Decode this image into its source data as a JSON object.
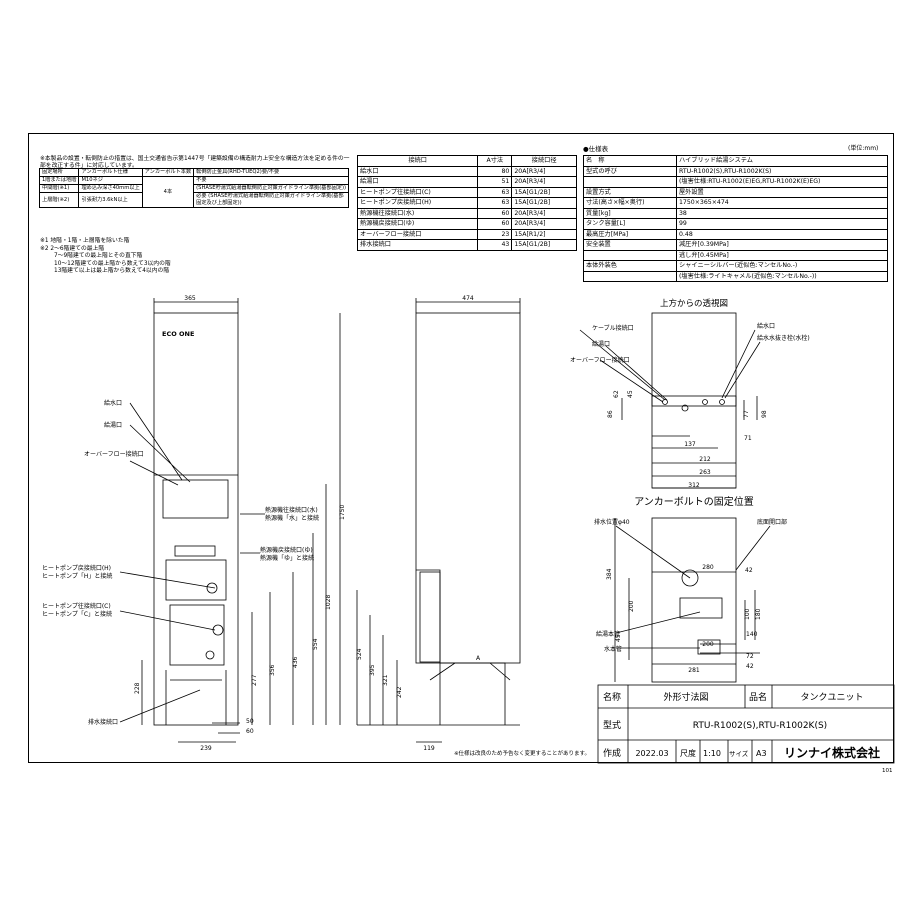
{
  "notes_top": "※本製品の設置・転倒防止の措置は、国土交通省告示第1447号「建築設備の構造耐力上安全な構造方法を定める件の一部を改正する件」に対応しています。",
  "anchor_table": {
    "headers": [
      "固定場所",
      "アンカーボルト仕様",
      "アンカーボルト本数",
      "転倒防止金具(RHD-TUEQ2)要/不要"
    ],
    "rows": [
      [
        "1階または地階",
        "M10ネジ",
        "4本",
        "不要"
      ],
      [
        "中間階(※1)",
        "埋め込み深さ40mm以上",
        "",
        "(SHASE貯湯式給湯器転倒防止対策ガイドライン準拠(基部固定))"
      ],
      [
        "上層階(※2)",
        "引張耐力3.6kN以上",
        "",
        "必要 (SHASE貯湯式給湯器転倒防止対策ガイドライン準拠(基部固定及び上部固定))"
      ]
    ]
  },
  "footnotes": [
    "※1 地階・1階・上層階を除いた階",
    "※2 2～6階建ての最上階",
    "7～9階建ての最上階とその直下階",
    "10～12階建ての最上階から数えて3以内の階",
    "13階建て以上は最上階から数えて4以内の階"
  ],
  "connections": {
    "headers": [
      "接続口",
      "A寸法",
      "接続口径"
    ],
    "rows": [
      [
        "給水口",
        "80",
        "20A[R3/4]"
      ],
      [
        "給湯口",
        "51",
        "20A[R3/4]"
      ],
      [
        "ヒートポンプ往接続口(C)",
        "63",
        "15A[G1/2B]"
      ],
      [
        "ヒートポンプ戻接続口(H)",
        "63",
        "15A[G1/2B]"
      ],
      [
        "熱源機往接続口(水)",
        "60",
        "20A[R3/4]"
      ],
      [
        "熱源機戻接続口(ゆ)",
        "60",
        "20A[R3/4]"
      ],
      [
        "オーバーフロー接続口",
        "23",
        "15A[R1/2]"
      ],
      [
        "排水接続口",
        "43",
        "15A[G1/2B]"
      ]
    ]
  },
  "spec": {
    "title": "●仕様表",
    "unit": "(単位:mm)",
    "rows": [
      [
        "名　称",
        "ハイブリッド給湯システム"
      ],
      [
        "型式の呼び",
        "RTU-R1002(S),RTU-R1002K(S)"
      ],
      [
        "",
        "(塩害仕様:RTU-R1002(E)EG,RTU-R1002K(E)EG)"
      ],
      [
        "設置方式",
        "屋外設置"
      ],
      [
        "寸法(高さ×幅×奥行)",
        "1750×365×474"
      ],
      [
        "質量[kg]",
        "38"
      ],
      [
        "タンク容量[L]",
        "99"
      ],
      [
        "最高圧力[MPa]",
        "0.48"
      ],
      [
        "安全装置",
        "減圧弁[0.39MPa]"
      ],
      [
        "",
        "逃し弁[0.45MPa]"
      ],
      [
        "本体外装色",
        "シャイニーシルバー(近似色:マンセルNo.-)"
      ],
      [
        "",
        "(塩害仕様:ライトキャメル(近似色:マンセルNo.-))"
      ]
    ]
  },
  "front": {
    "width": "365",
    "logo": "ECO ONE",
    "height": "1750",
    "dims": [
      "1028",
      "554",
      "436",
      "356",
      "277",
      "228"
    ],
    "bottom": [
      "50",
      "60",
      "239"
    ],
    "labels": [
      "給水口",
      "給湯口",
      "オーバーフロー接続口",
      "熱源機往接続口(水)",
      "熱源機「水」と接続",
      "熱源機戻接続口(ゆ)",
      "熱源機「ゆ」と接続",
      "ヒートポンプ戻接続口(H)",
      "ヒートポンプ「H」と接続",
      "ヒートポンプ往接続口(C)",
      "ヒートポンプ「C」と接続",
      "排水接続口"
    ]
  },
  "side": {
    "width": "474",
    "dims": [
      "524",
      "395",
      "321",
      "242",
      "119"
    ],
    "label_A": "A"
  },
  "topview": {
    "title": "上方からの透視図",
    "labels": [
      "ケーブル接続口",
      "給湯口",
      "オーバーフロー接続口",
      "給水口",
      "給水水抜き栓(水栓)"
    ],
    "dims": [
      "62",
      "45",
      "86",
      "77",
      "98",
      "137",
      "71",
      "212",
      "263",
      "312"
    ]
  },
  "anchor": {
    "title": "アンカーボルトの固定位置",
    "labels": [
      "排水位置φ40",
      "底面開口部",
      "給湯本管",
      "水本管"
    ],
    "dims": [
      "384",
      "280",
      "42",
      "200",
      "45",
      "100",
      "180",
      "140",
      "200",
      "72",
      "42",
      "281"
    ]
  },
  "disclaimer": "※仕様は改良のため予告なく変更することがあります。",
  "titleblock": {
    "name_label": "名称",
    "name_value": "外形寸法図",
    "item_label": "品名",
    "item_value": "タンクユニット",
    "model_label": "型式",
    "model_value": "RTU-R1002(S),RTU-R1002K(S)",
    "made_label": "作成",
    "date": "2022.03",
    "scale_label": "尺度",
    "scale": "1:10",
    "size_label": "サイズ",
    "size": "A3",
    "company": "リンナイ株式会社",
    "page": "101"
  }
}
